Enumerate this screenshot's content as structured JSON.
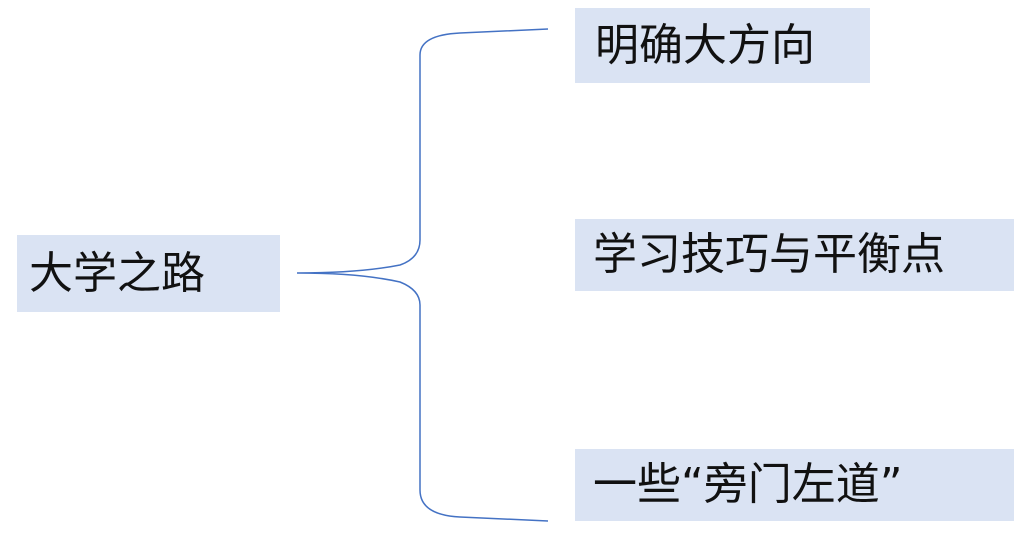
{
  "root": {
    "label": "大学之路"
  },
  "branches": [
    {
      "label": "明确大方向"
    },
    {
      "label": "学习技巧与平衡点"
    },
    {
      "label": "一些“旁门左道”"
    }
  ],
  "colors": {
    "box_fill": "#dae3f3",
    "connector": "#4472c4",
    "text": "#111111"
  }
}
